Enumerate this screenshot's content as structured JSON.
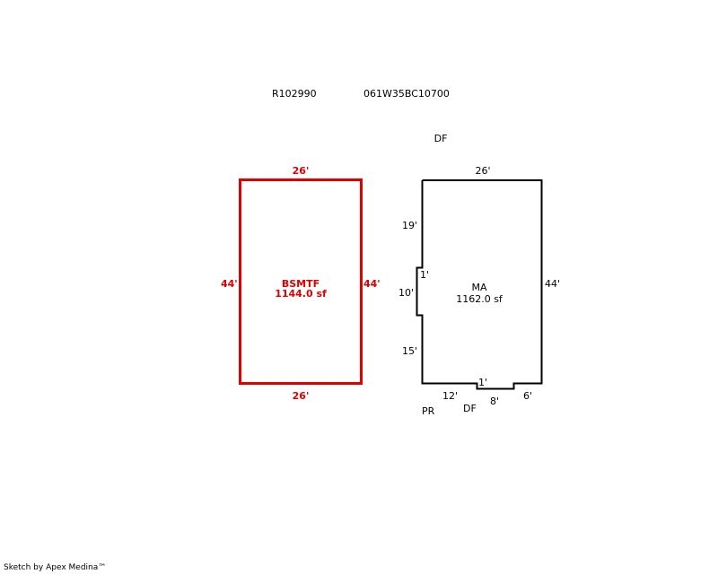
{
  "header": {
    "parcel_id": "R102990",
    "map_number": "061W35BC10700"
  },
  "colors": {
    "basement": "#e00000",
    "main": "#000000"
  },
  "basement": {
    "code": "BSMTF",
    "area": "1144.0 sf",
    "top": "26'",
    "bottom": "26'",
    "left": "44'",
    "right": "44'"
  },
  "main_area": {
    "code": "MA",
    "area": "1162.0 sf",
    "top_annotation": "DF",
    "top": "26'",
    "right": "44'",
    "left_upper": "19'",
    "left_jog": "1'",
    "left_middle": "10'",
    "left_lower": "15'",
    "bottom_jog": "1'",
    "bottom_left": "12'",
    "bottom_middle": "8'",
    "bottom_right": "6'",
    "pr_annotation": "PR",
    "df_bottom_annotation": "DF"
  },
  "footer": {
    "credit": "Sketch by Apex Medina™"
  }
}
